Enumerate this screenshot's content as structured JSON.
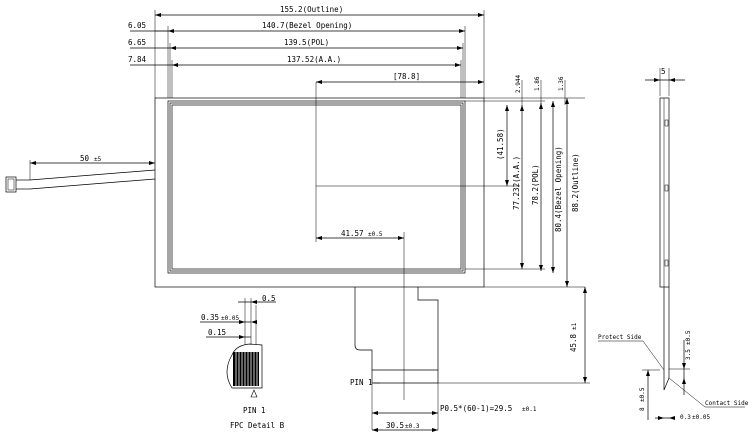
{
  "drawing": {
    "top_dims": {
      "outline": "155.2(Outline)",
      "bezel": "140.7(Bezel Opening)",
      "pol": "139.5(POL)",
      "aa": "137.52(A.A.)",
      "center": "[78.8]"
    },
    "left_offsets": [
      "6.05",
      "6.65",
      "7.84"
    ],
    "cable": {
      "length": "50",
      "tol": "±5"
    },
    "right_top": [
      "2.944",
      "1.86",
      "1.36"
    ],
    "right_dims": {
      "half_aa": "(41.58)",
      "aa": "77.232(A.A.)",
      "pol": "78.2(POL)",
      "bezel": "80.4(Bezel Opening)",
      "outline": "88.2(Outline)"
    },
    "center_dim": {
      "value": "41.57",
      "tol": "±0.5"
    },
    "fpc": {
      "height": "45.8",
      "height_tol": "±1",
      "pin1": "PIN 1",
      "pitch": "P0.5*(60-1)=29.5",
      "pitch_tol": "±0.1",
      "width": "30.5",
      "width_tol": "±0.3"
    },
    "detail": {
      "dim_05": "0.5",
      "dim_035": "0.35",
      "dim_035_tol": "±0.05",
      "dim_015": "0.15",
      "pin1": "PIN 1",
      "caption": "FPC Detail B"
    },
    "side_view": {
      "thickness": "5",
      "protect_side": "Protect Side",
      "contact_side": "Contact Side",
      "dim_35": "3.5",
      "dim_35_tol": "±0.5",
      "dim_8": "8",
      "dim_8_tol": "±0.5",
      "dim_03": "0.3",
      "dim_03_tol": "±0.05"
    }
  }
}
